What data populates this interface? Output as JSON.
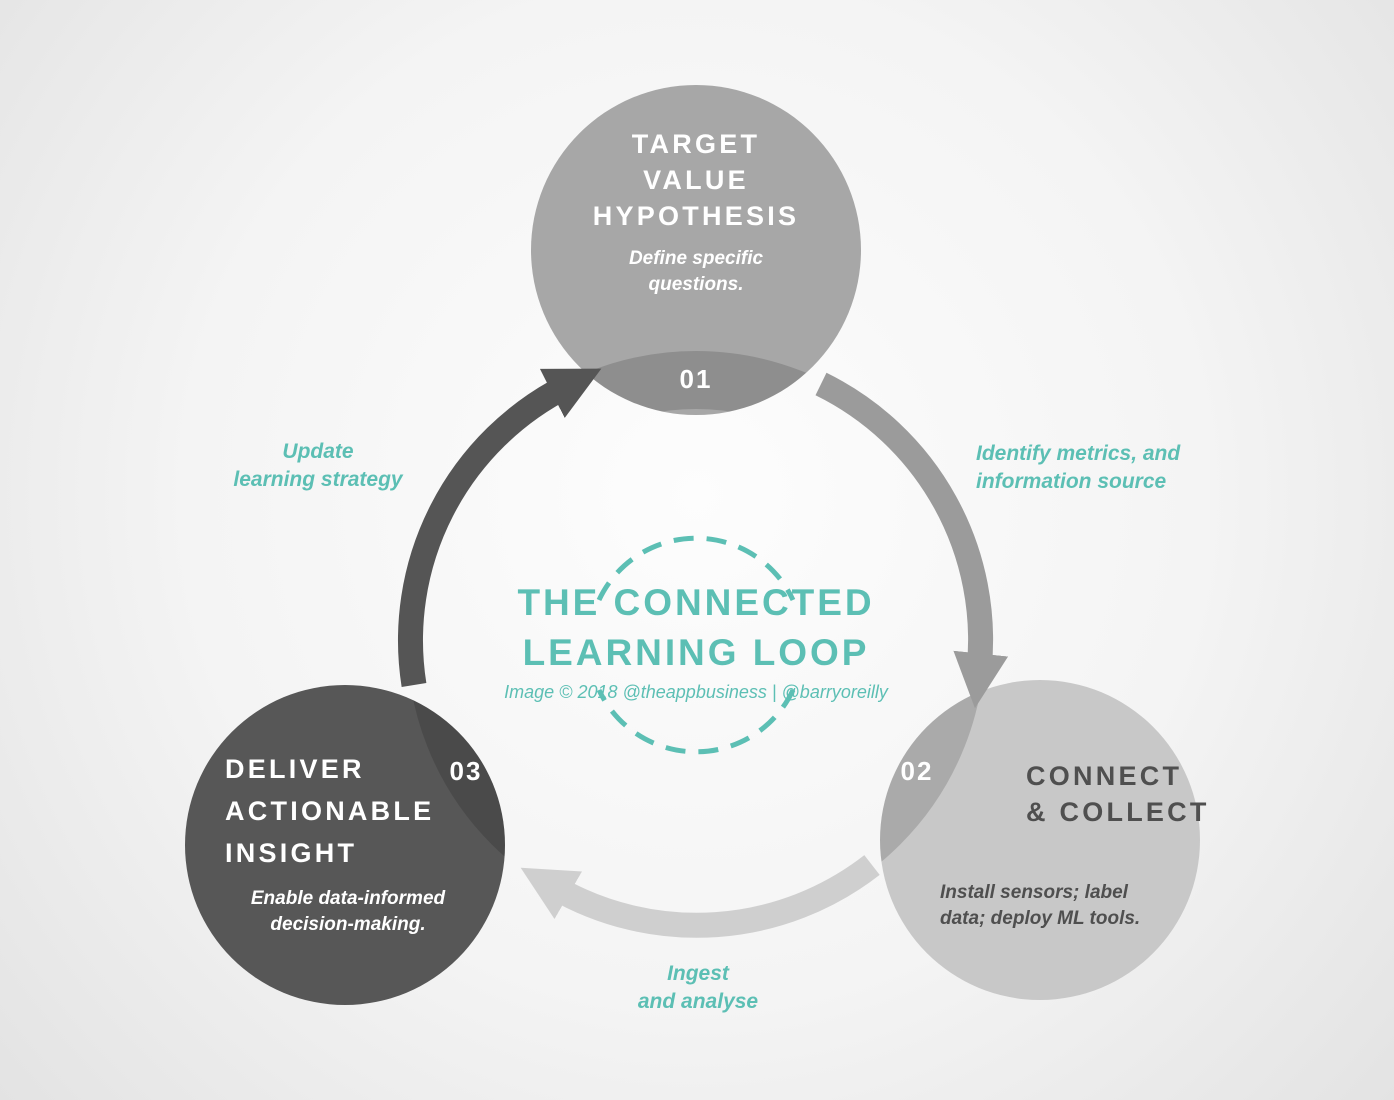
{
  "center": {
    "title": "THE CONNECTED\nLEARNING LOOP",
    "credit": "Image © 2018 @theappbusiness  |  @barryoreilly"
  },
  "nodes": [
    {
      "number": "01",
      "title": "TARGET\nVALUE\nHYPOTHESIS",
      "subtitle": "Define specific\nquestions."
    },
    {
      "number": "02",
      "title": "CONNECT\n& COLLECT",
      "subtitle": "Install sensors; label\ndata; deploy ML tools."
    },
    {
      "number": "03",
      "title": "DELIVER\nACTIONABLE\nINSIGHT",
      "subtitle": "Enable data-informed\ndecision-making."
    }
  ],
  "transitions": [
    {
      "from": "01",
      "to": "02",
      "label": "Identify metrics, and\ninformation source"
    },
    {
      "from": "02",
      "to": "03",
      "label": "Ingest\nand analyse"
    },
    {
      "from": "03",
      "to": "01",
      "label": "Update\nlearning strategy"
    }
  ],
  "colors": {
    "teal": "#5cbfb4",
    "node1": "#a7a7a7",
    "node2": "#c8c8c8",
    "node3": "#575757",
    "arrow1": "#9b9b9b",
    "arrow2": "#cfcfcf",
    "arrow3": "#555555",
    "text_dark": "#4f4f4f"
  }
}
